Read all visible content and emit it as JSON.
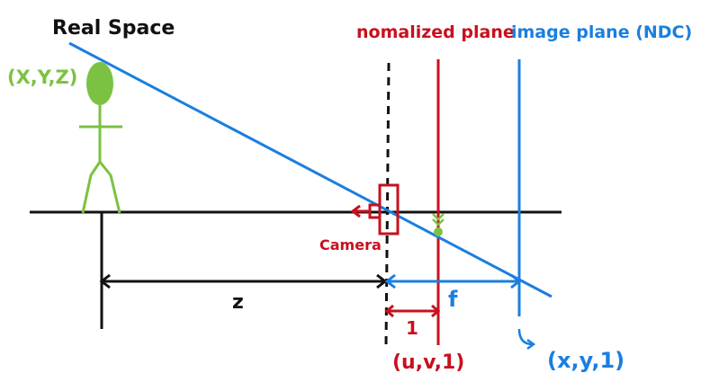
{
  "labels": {
    "real_space": "Real Space",
    "person_coords": "(X,Y,Z)",
    "normalized_plane": "nomalized plane",
    "image_plane": "image plane (NDC)",
    "camera": "Camera",
    "z_distance": "z",
    "unit_distance": "1",
    "focal_length": "f",
    "normalized_coords": "(u,v,1)",
    "image_coords": "(x,y,1)"
  },
  "colors": {
    "black": "#111111",
    "red": "#c8101e",
    "blue": "#1a7fe0",
    "green": "#7cc242"
  }
}
